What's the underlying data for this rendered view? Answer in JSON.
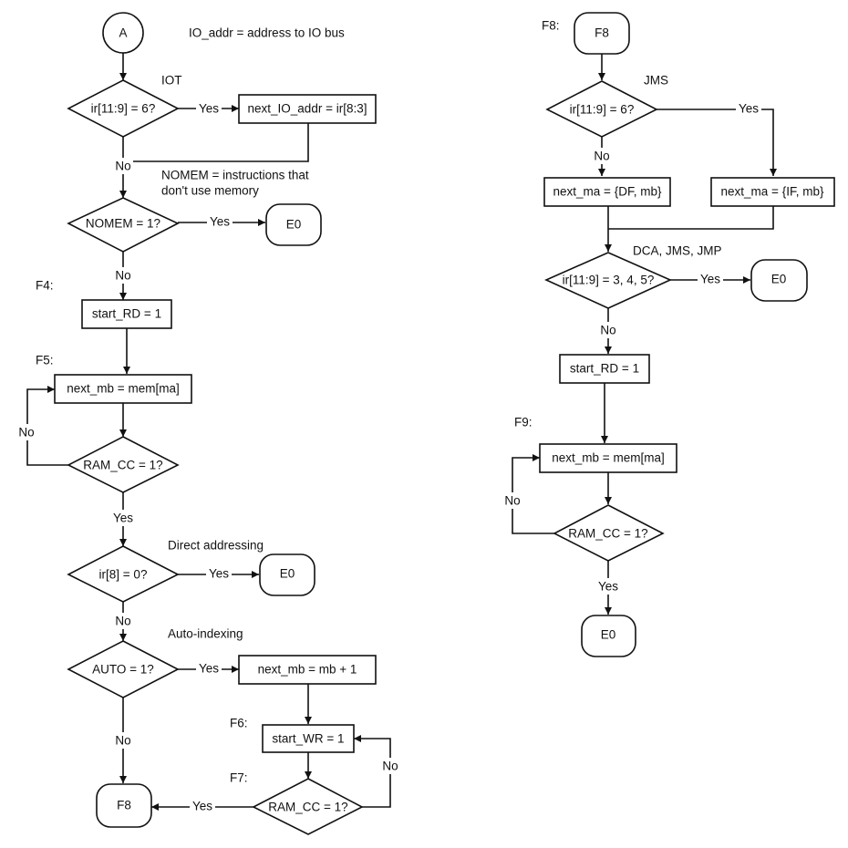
{
  "nodes": {
    "a": "A",
    "f8_left": "F8",
    "f8_right": "F8",
    "e0_1": "E0",
    "e0_2": "E0",
    "e0_3": "E0",
    "e0_4": "E0",
    "d_iot": "ir[11:9] = 6?",
    "d_nomem": "NOMEM = 1?",
    "d_ram1": "RAM_CC = 1?",
    "d_ir8": "ir[8] = 0?",
    "d_auto": "AUTO = 1?",
    "d_ram2": "RAM_CC = 1?",
    "d_jms": "ir[11:9] = 6?",
    "d_dca": "ir[11:9] = 3, 4, 5?",
    "d_ram3": "RAM_CC = 1?",
    "p_ioaddr": "next_IO_addr = ir[8:3]",
    "p_startrd1": "start_RD = 1",
    "p_mb1": "next_mb = mem[ma]",
    "p_mbinc": "next_mb = mb + 1",
    "p_startwr": "start_WR = 1",
    "p_df": "next_ma = {DF, mb}",
    "p_if": "next_ma = {IF, mb}",
    "p_startrd2": "start_RD = 1",
    "p_mb2": "next_mb = mem[ma]"
  },
  "annotations": {
    "io_addr": "IO_addr = address to IO bus",
    "iot": "IOT",
    "nomem_1": "NOMEM = instructions that",
    "nomem_2": "don't use memory",
    "f4": "F4:",
    "f5": "F5:",
    "direct": "Direct addressing",
    "auto": "Auto-indexing",
    "f6": "F6:",
    "f7": "F7:",
    "f8": "F8:",
    "jms": "JMS",
    "dca": "DCA, JMS, JMP",
    "f9": "F9:"
  },
  "edge_labels": {
    "yes": "Yes",
    "no": "No"
  }
}
